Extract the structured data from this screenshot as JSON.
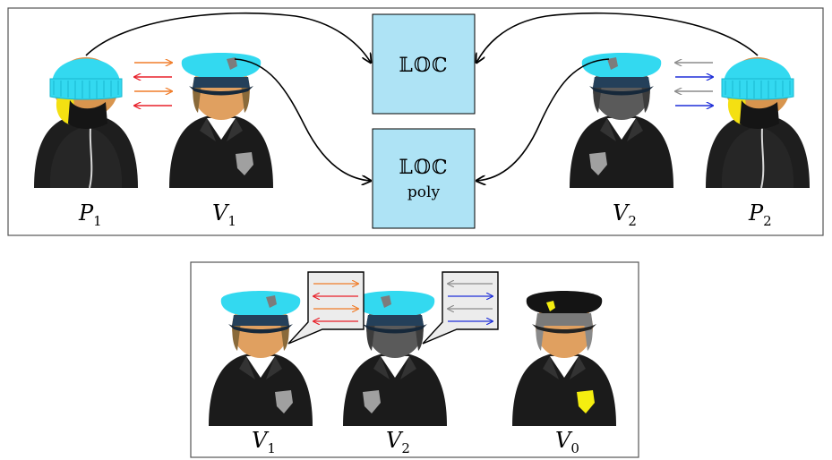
{
  "top_panel": {
    "box_top": {
      "title": "𝕃𝕆ℂ",
      "subtitle": ""
    },
    "box_bottom": {
      "title": "𝕃𝕆ℂ",
      "subtitle": "poly"
    },
    "labels": {
      "p1": {
        "main": "P",
        "sub": "1"
      },
      "v1": {
        "main": "V",
        "sub": "1"
      },
      "v2": {
        "main": "V",
        "sub": "2"
      },
      "p2": {
        "main": "P",
        "sub": "2"
      }
    }
  },
  "bottom_panel": {
    "labels": {
      "v1": {
        "main": "V",
        "sub": "1"
      },
      "v2": {
        "main": "V",
        "sub": "2"
      },
      "v0": {
        "main": "V",
        "sub": "0"
      }
    }
  },
  "colors": {
    "box_fill": "#aee3f5",
    "hat_cyan": "#33d9f0",
    "arrow_orange": "#f07d2a",
    "arrow_red": "#e8202a",
    "arrow_gray": "#8c8c8c",
    "arrow_blue": "#1f2fd8",
    "badge_yellow": "#f5ee10"
  }
}
